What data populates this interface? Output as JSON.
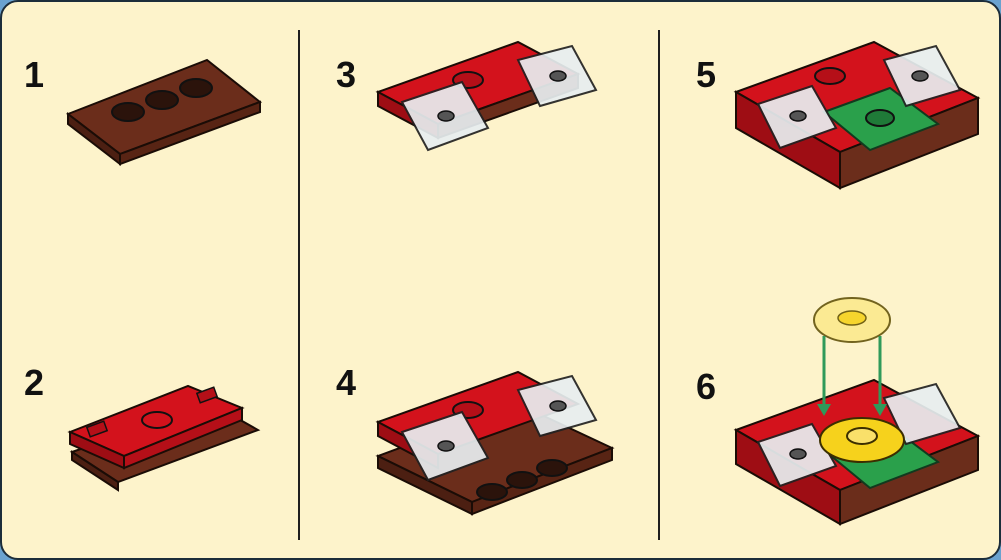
{
  "steps": [
    {
      "number": "1",
      "description": "brown-plate-1x3"
    },
    {
      "number": "2",
      "description": "red-plate-on-brown"
    },
    {
      "number": "3",
      "description": "add-clear-tiles"
    },
    {
      "number": "4",
      "description": "assembly-on-brown-base"
    },
    {
      "number": "5",
      "description": "add-green-tile"
    },
    {
      "number": "6",
      "description": "attach-yellow-round-pieces"
    }
  ],
  "colors": {
    "background_border": "#6aa2cf",
    "panel": "#fdf3cb",
    "brick_brown": "#6b2d1b",
    "brick_red": "#d3121c",
    "brick_green": "#2aa04b",
    "brick_clear": "#e8eef0",
    "brick_yellow": "#f6d21c",
    "arrow_green": "#2f9a5a"
  },
  "icons": [
    "brick-plate-icon",
    "arrow-down-icon",
    "round-tile-icon"
  ]
}
